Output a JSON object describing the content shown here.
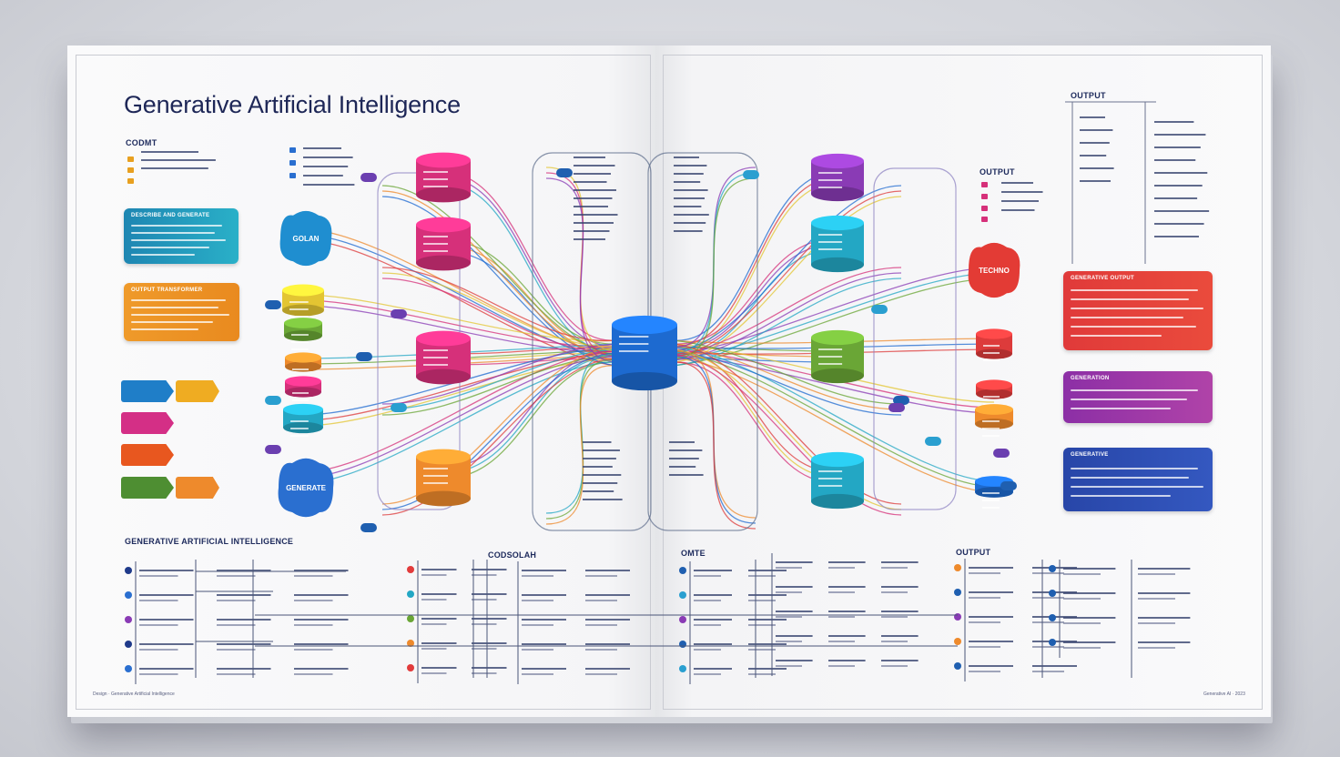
{
  "title": "Generative Artificial Intelligence",
  "labels": {
    "left_header": "CODMT",
    "output_top": "OUTPUT",
    "output_mid": "OUTPUT",
    "bottom_left": "GENERATIVE ARTIFICIAL INTELLIGENCE",
    "bottom_center": "CODSOLAH",
    "bottom_right_a": "OMTE",
    "bottom_right_b": "OUTPUT"
  },
  "left_boxes": [
    {
      "heading": "DESCRIBE AND GENERATE",
      "color": "#1f8fb0"
    },
    {
      "heading": "OUTPUT TRANSFORMER",
      "color": "#e89a2a"
    }
  ],
  "right_boxes": [
    {
      "heading": "GENERATIVE OUTPUT",
      "color": "#dd3b3b"
    },
    {
      "heading": "GENERATION",
      "color": "#9a3ca8"
    },
    {
      "heading": "GENERATIVE",
      "color": "#2f4fb0"
    }
  ],
  "cloud_labels": [
    "GOLAN",
    "TECHNO",
    "GENERATE"
  ],
  "colors": {
    "magenta": "#d6307a",
    "purple": "#8a3bb5",
    "cyan": "#23a7c4",
    "green": "#6aa636",
    "orange": "#ee8a2c",
    "blue": "#1d6ad0",
    "navy": "#1e2757",
    "red": "#dd3b3b",
    "yellow": "#e3c532"
  },
  "footer_left": "Design · Generative Artificial Intelligence",
  "footer_right": "Generative AI · 2023"
}
